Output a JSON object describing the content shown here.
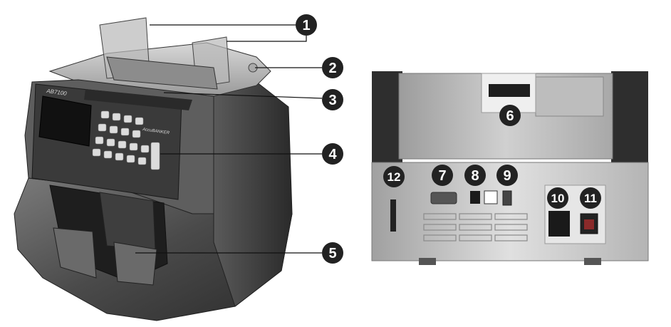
{
  "figure": {
    "model_label": "AB7100",
    "brand_label": "AccuBANKER",
    "callouts": [
      {
        "number": "1",
        "side": "front"
      },
      {
        "number": "2",
        "side": "front"
      },
      {
        "number": "3",
        "side": "front"
      },
      {
        "number": "4",
        "side": "front"
      },
      {
        "number": "5",
        "side": "front"
      },
      {
        "number": "6",
        "side": "rear"
      },
      {
        "number": "7",
        "side": "rear"
      },
      {
        "number": "8",
        "side": "rear"
      },
      {
        "number": "9",
        "side": "rear"
      },
      {
        "number": "10",
        "side": "rear"
      },
      {
        "number": "11",
        "side": "rear"
      },
      {
        "number": "12",
        "side": "rear"
      }
    ]
  },
  "colors": {
    "badge": "#222222",
    "badge_text": "#ffffff",
    "leader_line": "#111111",
    "body_dark": "#3c3c3c",
    "body_mid": "#6e6e6e",
    "panel_light": "#bdbdbd"
  }
}
